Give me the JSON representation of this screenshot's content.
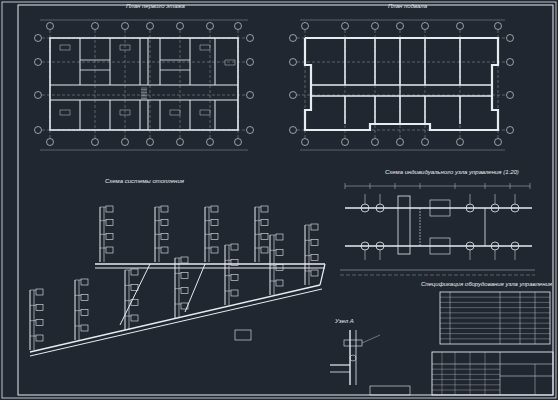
{
  "diagram": {
    "labels": [
      "План первого этажа",
      "План подвала",
      "Схема системы отопления",
      "Схема индивидуального узла управления (1:20)",
      "Спецификация оборудования узла управления",
      "Узел А"
    ]
  }
}
